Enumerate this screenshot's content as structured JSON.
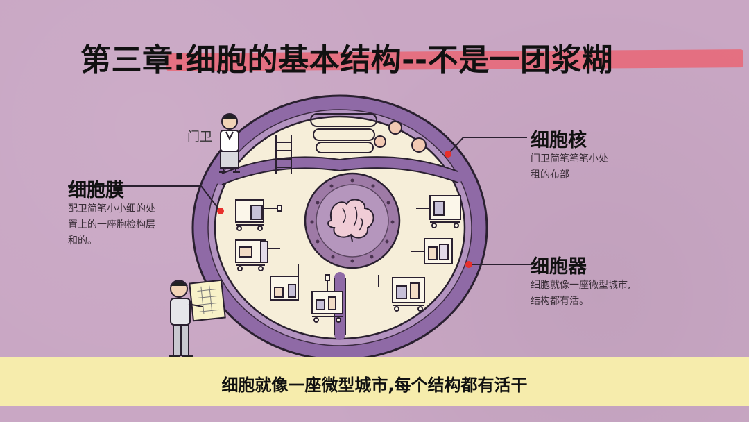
{
  "title": "第三章:细胞的基本结构--不是一团浆糊",
  "doorman_text": "门卫",
  "labels": {
    "membrane": {
      "title": "细胞膜",
      "desc_line1": "配卫简笔小小细的处",
      "desc_line2": "置上的一座胞检构层",
      "desc_line3": "和的。"
    },
    "nucleus": {
      "title": "细胞核",
      "desc_line1": "门卫简笔笔笔小处",
      "desc_line2": "租的布部"
    },
    "organelle": {
      "title": "细胞器",
      "desc_line1": "细胞就像一座微型城市,",
      "desc_line2": "结构都有活。"
    }
  },
  "caption": "细胞就像一座微型城市,每个结构都有活干",
  "colors": {
    "background": "#c9a7c4",
    "membrane": "#8f6aa6",
    "cytoplasm": "#f6eed9",
    "nucleus": "#9e7aa6",
    "highlight": "#ec606e",
    "caption_bar": "#f6ecac",
    "marker": "#e8302c"
  }
}
